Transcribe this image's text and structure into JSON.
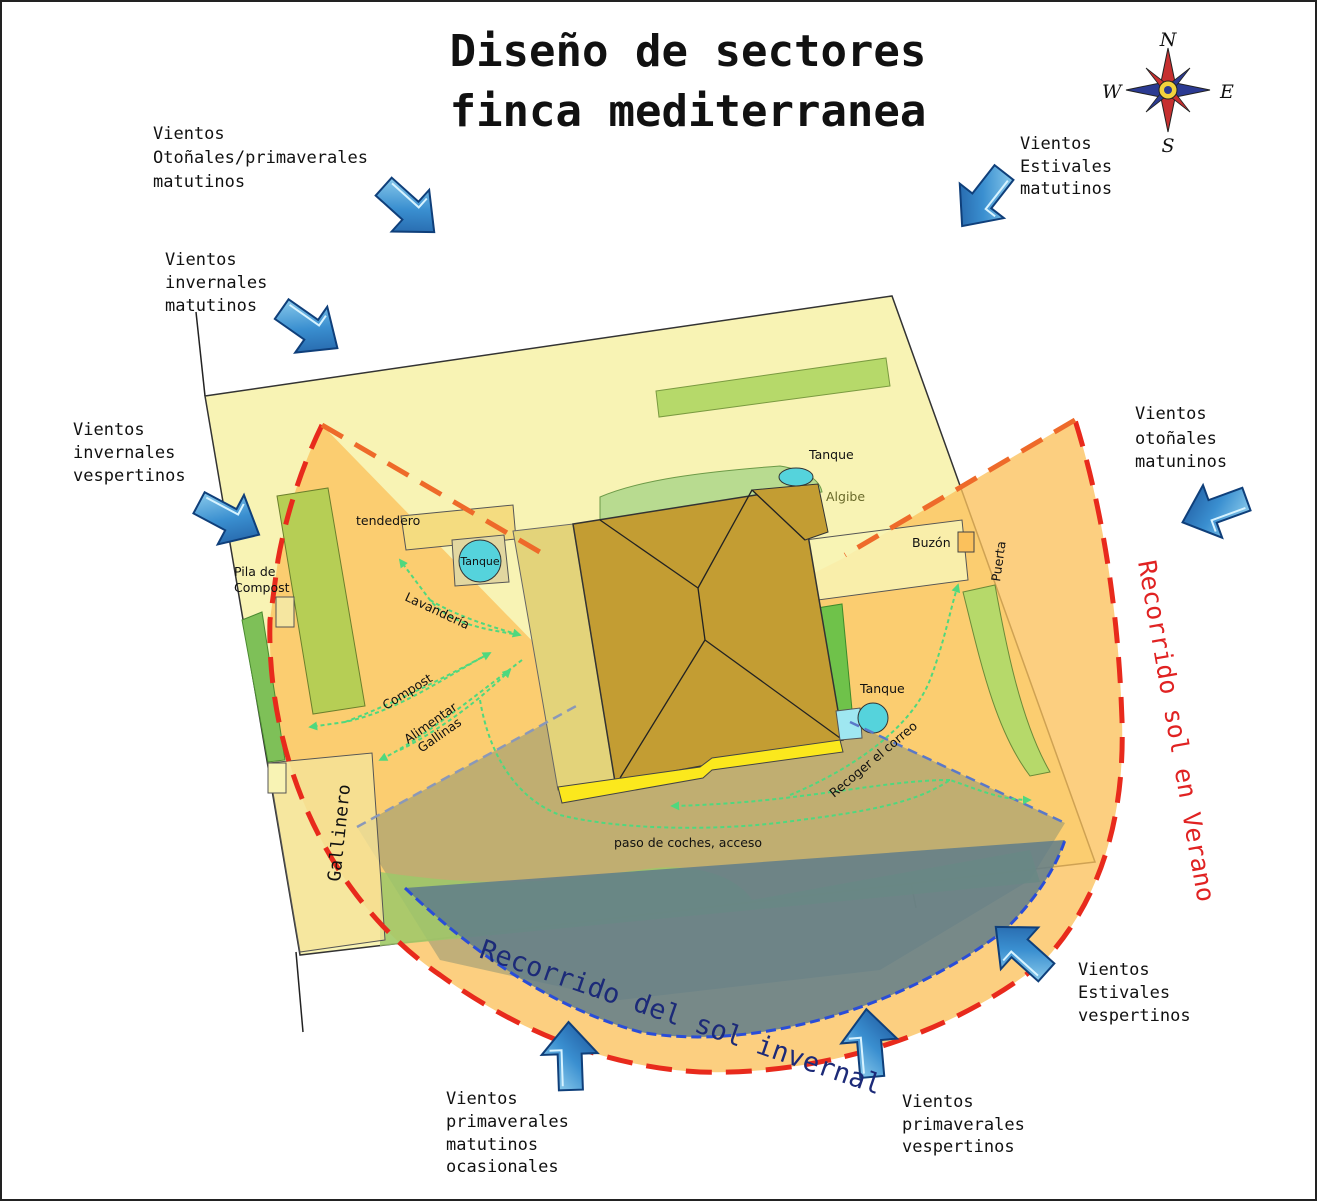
{
  "title": {
    "line1": "Diseño de sectores",
    "line2": "finca mediterranea"
  },
  "compass": {
    "n": "N",
    "s": "S",
    "e": "E",
    "w": "W"
  },
  "winds": {
    "autumn_spring_morning": [
      "Vientos",
      "Otoñales/primaverales",
      "matutinos"
    ],
    "summer_morning": [
      "Vientos",
      "Estivales",
      "matutinos"
    ],
    "winter_morning": [
      "Vientos",
      "invernales",
      "matutinos"
    ],
    "winter_evening": [
      "Vientos",
      "invernales",
      "vespertinos"
    ],
    "autumn_morning": [
      "Vientos",
      "otoñales",
      "matuninos"
    ],
    "summer_evening": [
      "Vientos",
      "Estivales",
      "vespertinos"
    ],
    "spring_morning_occasional": [
      "Vientos",
      "primaverales",
      "matutinos",
      "ocasionales"
    ],
    "spring_evening": [
      "Vientos",
      "primaverales",
      "vespertinos"
    ]
  },
  "labels": {
    "tendedero": "tendedero",
    "tanque_left": "Tanque",
    "tanque_top": "Tanque",
    "tanque_right": "Tanque",
    "algibe": "Algibe",
    "buzon": "Buzón",
    "puerta": "Puerta",
    "pila_compost": [
      "Pila de",
      "Compost"
    ],
    "lavanderia": "Lavandería",
    "compost": "Compost",
    "alimentar_gallinas": [
      "Alimentar",
      "Gallinas"
    ],
    "recoger_correo": "Recoger el correo",
    "paso_coches": "paso de coches, acceso",
    "gallinero": "Gallinero"
  },
  "sun_paths": {
    "summer": "Recorrido sol en Verano",
    "winter": "Recorrido del sol invernal"
  },
  "colors": {
    "property": "#f8f3b4",
    "summer_sector": "#fbc15c",
    "summer_path": "#e82a1c",
    "winter_sector": "#5f7d8a",
    "winter_path": "#2a4dd8",
    "roof": "#c39d33",
    "garden": "#b6d96a",
    "water": "#55d3dc",
    "wind_arrow": "#2d7fc7",
    "flow_arrow": "#4fd87e"
  }
}
